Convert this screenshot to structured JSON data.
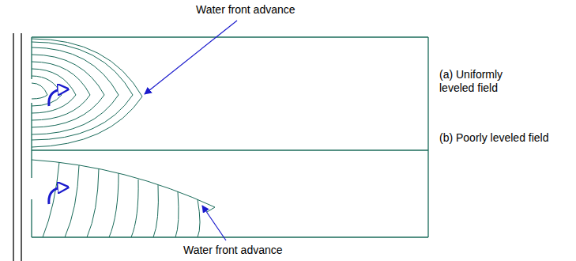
{
  "diagram": {
    "labels": [
      "Water front advance",
      "(a) Uniformly leveled field",
      "(b) Poorly leveled field",
      "Water front advance"
    ]
  }
}
